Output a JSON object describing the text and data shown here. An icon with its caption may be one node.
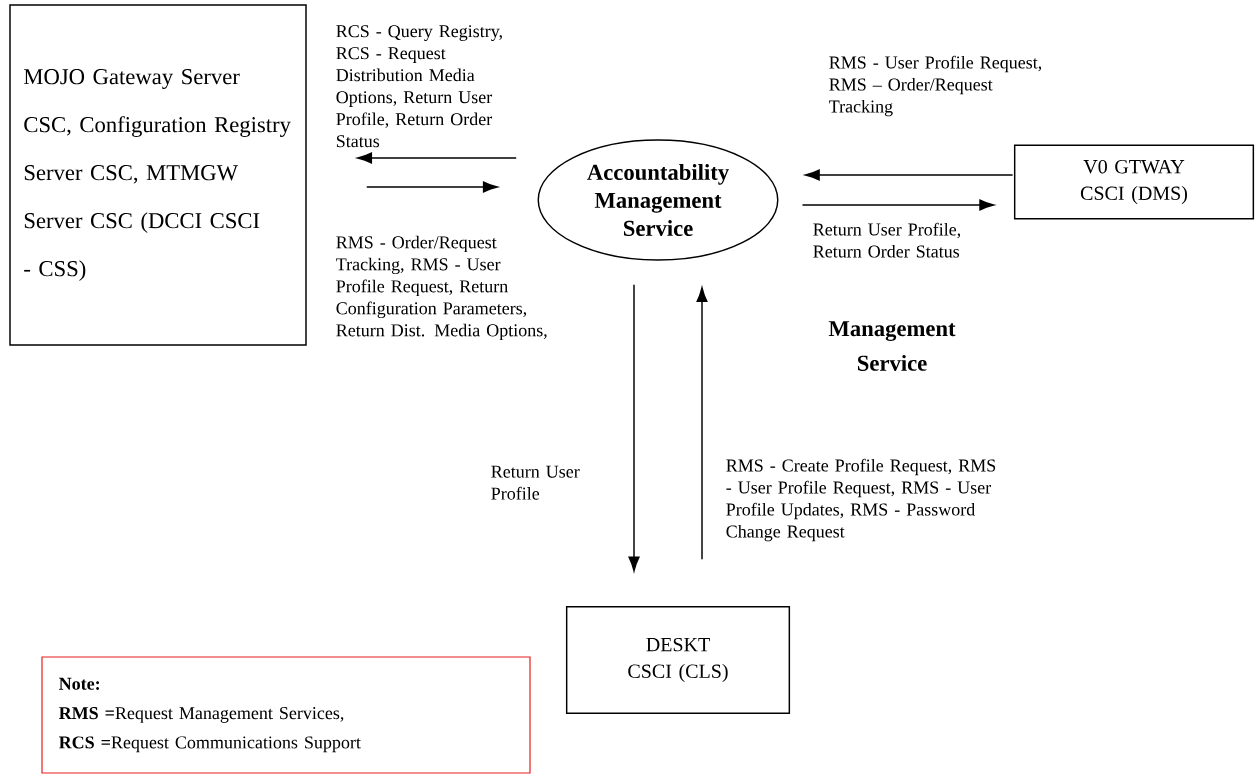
{
  "diagram": {
    "nodes": [
      {
        "text": [
          "MOJO Gateway Server CSC, Configuration Registry Server CSC, MTMGW Server CSC (DCCI CSCI - CSS)"
        ]
      },
      {
        "text": [
          "Accountability Management Service"
        ]
      },
      {
        "text": [
          "V0 GTWAY CSCI (DMS)"
        ]
      },
      {
        "text": [
          "DESKT CSCI (CLS)"
        ]
      },
      {
        "text": [
          "Note:",
          "**RMS =**Request Management Services,",
          "**RCS =**Request Communications Support"
        ]
      }
    ],
    "edges": [
      {
        "from": 1,
        "to": 0,
        "arrow": "to",
        "label": "RCS - Query Registry, RCS - Request Distribution Media Options, Return User Profile, Return Order Status"
      },
      {
        "from": 0,
        "to": 1,
        "arrow": "to",
        "label": "RMS - Order/Request Tracking, RMS - User Profile Request, Return Configuration Parameters, Return Dist. Media Options,"
      },
      {
        "from": 2,
        "to": 1,
        "arrow": "to",
        "label": "RMS - User Profile Request, RMS – Order/Request Tracking"
      },
      {
        "from": 1,
        "to": 2,
        "arrow": "to",
        "label": "Return User Profile, Return Order Status"
      },
      {
        "from": 1,
        "to": 3,
        "arrow": "to",
        "label": "Return User Profile"
      },
      {
        "from": 3,
        "to": 1,
        "arrow": "to",
        "label": "RMS - Create Profile Request, RMS - User Profile Request, RMS - User Profile Updates, RMS - Password Change Request"
      }
    ],
    "labels": [
      "Management Service"
    ]
  }
}
